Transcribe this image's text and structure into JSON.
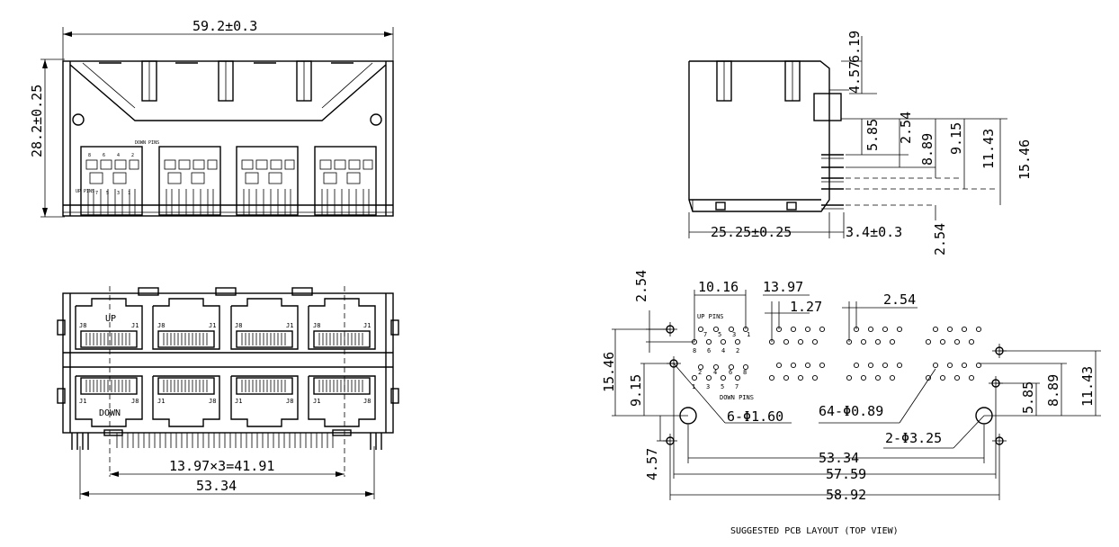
{
  "front_view": {
    "width_dim": "59.2±0.3",
    "height_dim": "28.2±0.25",
    "down_pins_label": "DOWN PINS",
    "up_pins_label": "UP PINS",
    "pin_nums_top": [
      "8",
      "6",
      "4",
      "2"
    ],
    "pin_nums_mid": [
      "7",
      "5",
      "3",
      "1"
    ]
  },
  "side_view": {
    "dims": [
      "6.19",
      "4.57",
      "2.54",
      "5.85",
      "8.89",
      "9.15",
      "11.43",
      "15.46",
      "2.54"
    ],
    "length_dim": "25.25±0.25",
    "pin_len_dim": "3.4±0.3"
  },
  "bottom_view": {
    "up_label": "UP",
    "down_label": "DOWN",
    "j8": "J8",
    "j1": "J1",
    "pitch_dim": "13.97×3=41.91",
    "width_dim": "53.34"
  },
  "pcb_layout": {
    "dims_top": [
      "10.16",
      "13.97",
      "1.27",
      "2.54"
    ],
    "left_dims": [
      "2.54",
      "15.46",
      "9.15",
      "4.57"
    ],
    "right_dims": [
      "5.85",
      "8.89",
      "11.43"
    ],
    "up_pins": "UP PINS",
    "down_pins": "DOWN PINS",
    "up_nums_top": [
      "7",
      "5",
      "3",
      "1"
    ],
    "up_nums_bottom": [
      "8",
      "6",
      "4",
      "2"
    ],
    "down_nums_top": [
      "2",
      "4",
      "6",
      "8"
    ],
    "down_nums_bottom": [
      "1",
      "3",
      "5",
      "7"
    ],
    "hole_small": "6-Φ1.60",
    "hole_pins": "64-Φ0.89",
    "hole_large": "2-Φ3.25",
    "bottom_dims": [
      "53.34",
      "57.59",
      "58.92"
    ],
    "caption": "SUGGESTED PCB LAYOUT (TOP VIEW)"
  }
}
